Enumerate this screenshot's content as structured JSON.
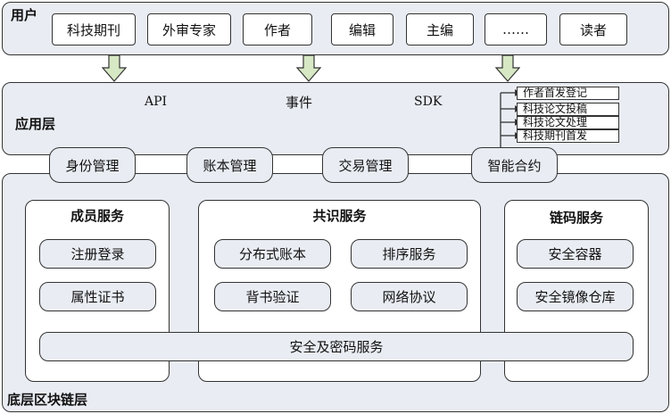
{
  "users": {
    "label": "用户",
    "roles": [
      "科技期刊",
      "外审专家",
      "作者",
      "编辑",
      "主编",
      "……",
      "读者"
    ]
  },
  "app_layer": {
    "label": "应用层",
    "interfaces": [
      "API",
      "事件",
      "SDK"
    ],
    "contract_functions": [
      "作者首发登记",
      "科技论文投稿",
      "科技论文处理",
      "科技期刊首发"
    ]
  },
  "middle": [
    "身份管理",
    "账本管理",
    "交易管理",
    "智能合约"
  ],
  "base_layer": {
    "label": "底层区块链层",
    "member_service": {
      "title": "成员服务",
      "items": [
        "注册登录",
        "属性证书"
      ]
    },
    "consensus_service": {
      "title": "共识服务",
      "items": [
        "分布式账本",
        "排序服务",
        "背书验证",
        "网络协议"
      ]
    },
    "chaincode_service": {
      "title": "链码服务",
      "items": [
        "安全容器",
        "安全镜像仓库"
      ]
    },
    "security": "安全及密码服务"
  },
  "colors": {
    "panel_fill": "#e9edf3",
    "arrow_fill": "#d6e8c4",
    "border": "#333333"
  }
}
